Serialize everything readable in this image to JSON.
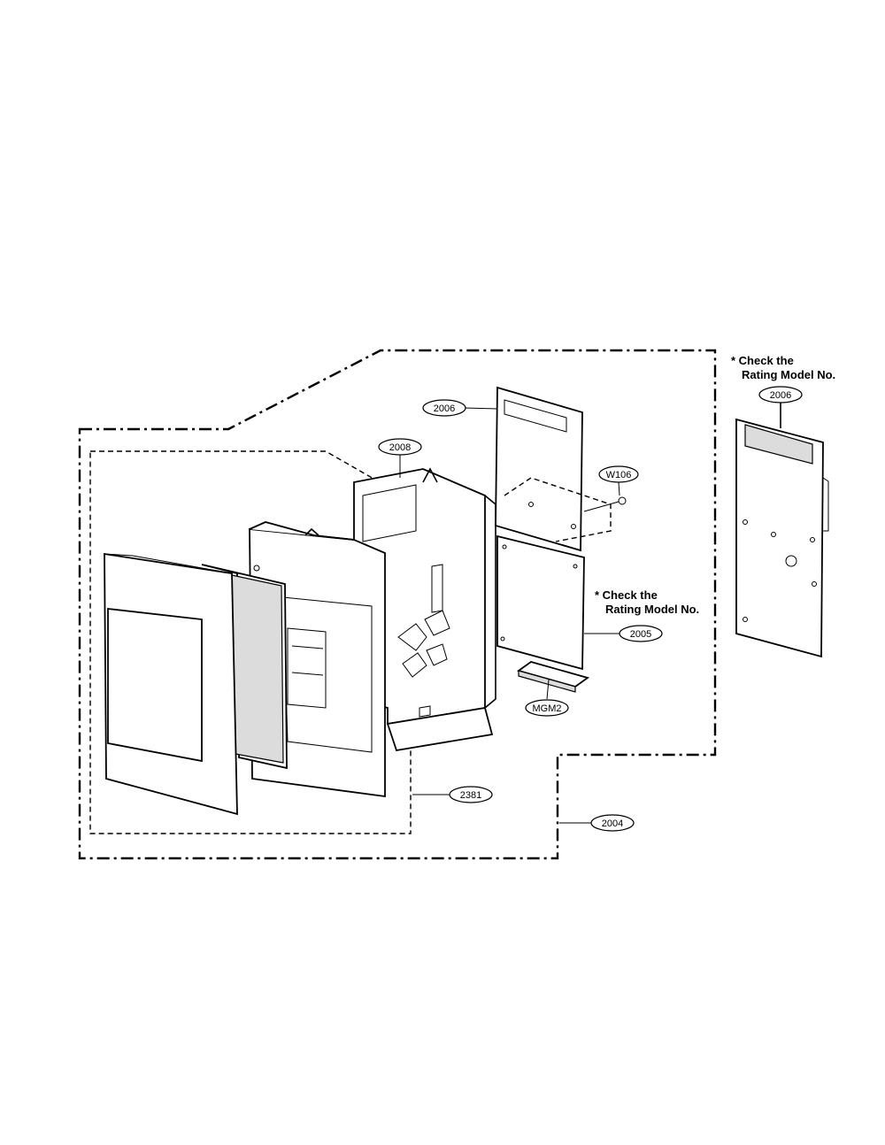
{
  "callouts": {
    "c2006_top": "2006",
    "w106": "W106",
    "c2008": "2008",
    "c2005": "2005",
    "mgm2": "MGM2",
    "c2381": "2381",
    "c2004": "2004",
    "c2006_right": "2006"
  },
  "notes": {
    "right_line1": "* Check the",
    "right_line2": "Rating Model No.",
    "mid_line1": "* Check the",
    "mid_line2": "Rating Model No."
  }
}
